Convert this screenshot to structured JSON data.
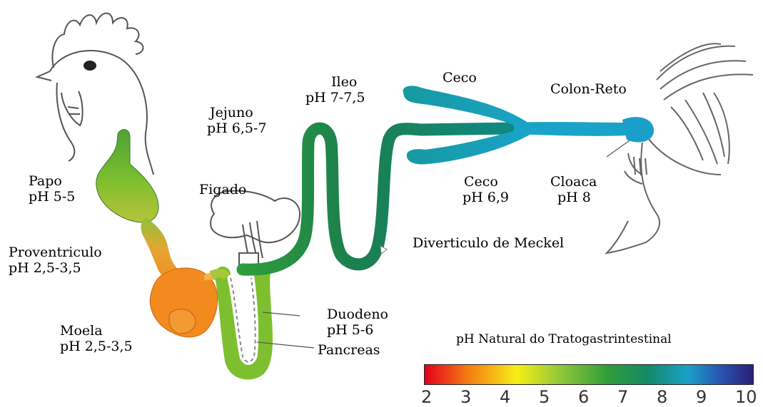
{
  "organs": {
    "papo": {
      "name": "Papo",
      "ph": "pH 5-5"
    },
    "proventriculo": {
      "name": "Proventriculo",
      "ph": "pH 2,5-3,5"
    },
    "moela": {
      "name": "Moela",
      "ph": "pH 2,5-3,5"
    },
    "figado": {
      "name": "Figado"
    },
    "jejuno": {
      "name": "Jejuno",
      "ph": "pH 6,5-7"
    },
    "ileo": {
      "name": "Ileo",
      "ph": "pH 7-7,5"
    },
    "ceco_top": {
      "name": "Ceco"
    },
    "colon": {
      "name": "Colon-Reto"
    },
    "ceco_bottom": {
      "name": "Ceco",
      "ph": "pH 6,9"
    },
    "cloaca": {
      "name": "Cloaca",
      "ph": "pH 8"
    },
    "meckel": {
      "name": "Diverticulo de Meckel"
    },
    "duodeno": {
      "name": "Duodeno",
      "ph": "pH 5-6"
    },
    "pancreas": {
      "name": "Pancreas"
    }
  },
  "scale": {
    "title": "pH Natural do Tratogastrintestinal",
    "ticks": [
      "2",
      "3",
      "4",
      "5",
      "6",
      "7",
      "8",
      "9",
      "10"
    ]
  },
  "colors": {
    "acid": "#e3001b",
    "orange": "#f47a12",
    "green_light": "#7dbf2e",
    "green": "#2f9d3a",
    "teal": "#0f8a72",
    "cyan": "#1aa0c8",
    "blue": "#2a1f7a"
  }
}
